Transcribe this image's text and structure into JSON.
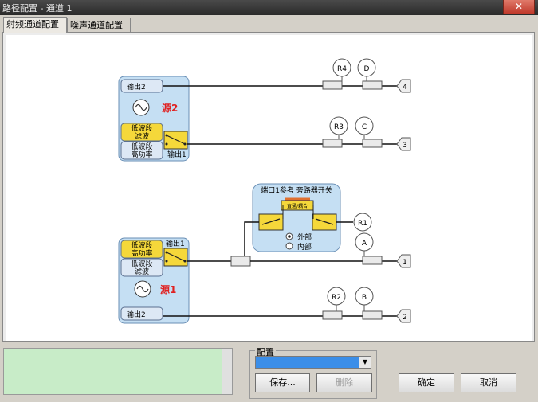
{
  "window": {
    "title": "路径配置 - 通道 1",
    "close_glyph": "✕"
  },
  "tabs": [
    {
      "label": "射频通道配置",
      "active": true
    },
    {
      "label": "噪声通道配置",
      "active": false
    }
  ],
  "diagram": {
    "source2": {
      "label": "源2",
      "out_top": "输出2",
      "filter_a": "低波段\n滤波",
      "filter_b": "低波段\n高功率",
      "out_switch": "输出1"
    },
    "source1": {
      "label": "源1",
      "out_top": "输出1",
      "filter_a": "低波段\n高功率",
      "filter_b": "低波段\n滤波",
      "out_bottom": "输出2"
    },
    "switch_box": {
      "title": "端口1参考 旁路器开关",
      "inner_label": "直通/耦合",
      "radio_ext": "外部",
      "radio_int": "内部",
      "selected": "外部"
    },
    "receivers": {
      "r4": "R4",
      "d": "D",
      "r3": "R3",
      "c": "C",
      "r1": "R1",
      "a": "A",
      "r2": "R2",
      "b": "B"
    },
    "ports": {
      "p4": "4",
      "p3": "3",
      "p1": "1",
      "p2": "2"
    }
  },
  "config": {
    "group_label": "配置",
    "selected": "",
    "save_label": "保存...",
    "delete_label": "删除"
  },
  "ok_label": "确定",
  "cancel_label": "取消",
  "colors": {
    "source_box": "#c5dff3",
    "filter_yellow": "#f5d83a",
    "switch_box": "#c5dff3",
    "message_bg": "#c8ecc8",
    "label_red": "#e02020",
    "combo_selected": "#3b8ee8"
  }
}
